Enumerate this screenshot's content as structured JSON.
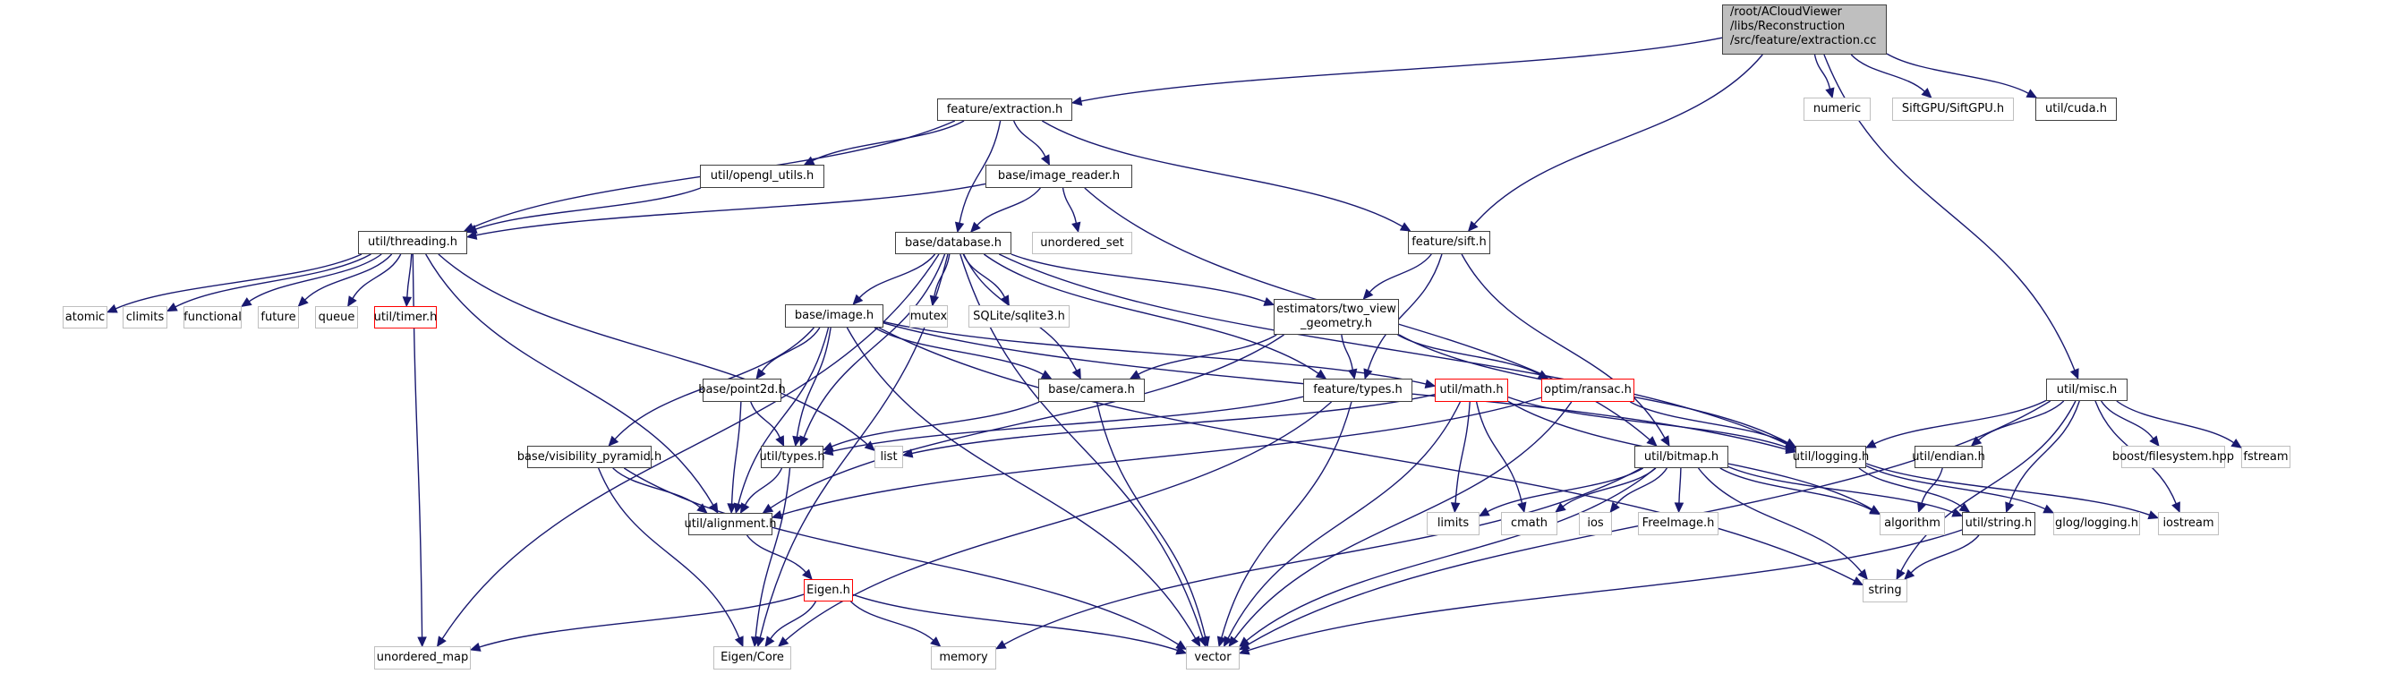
{
  "title": "Include dependency graph for extraction.cc",
  "colors": {
    "edge": "#191970",
    "root_fill": "#bfbfbf",
    "normal_border": "#404040",
    "external_border": "#bfbfbf",
    "missing_border": "#ff0000"
  },
  "nodes": {
    "root": {
      "lines": [
        "/root/ACloudViewer",
        "/libs/Reconstruction",
        "/src/feature/extraction.cc"
      ],
      "kind": "root"
    },
    "feature_extraction_h": {
      "label": "feature/extraction.h",
      "kind": "normal"
    },
    "numeric": {
      "label": "numeric",
      "kind": "external"
    },
    "siftgpu": {
      "label": "SiftGPU/SiftGPU.h",
      "kind": "external"
    },
    "util_cuda_h": {
      "label": "util/cuda.h",
      "kind": "normal"
    },
    "util_opengl_utils_h": {
      "label": "util/opengl_utils.h",
      "kind": "normal"
    },
    "base_image_reader_h": {
      "label": "base/image_reader.h",
      "kind": "normal"
    },
    "util_threading_h": {
      "label": "util/threading.h",
      "kind": "normal"
    },
    "base_database_h": {
      "label": "base/database.h",
      "kind": "normal"
    },
    "unordered_set": {
      "label": "unordered_set",
      "kind": "external"
    },
    "feature_sift_h": {
      "label": "feature/sift.h",
      "kind": "normal"
    },
    "atomic": {
      "label": "atomic",
      "kind": "external"
    },
    "climits": {
      "label": "climits",
      "kind": "external"
    },
    "functional": {
      "label": "functional",
      "kind": "external"
    },
    "future": {
      "label": "future",
      "kind": "external"
    },
    "queue": {
      "label": "queue",
      "kind": "external"
    },
    "util_timer_h": {
      "label": "util/timer.h",
      "kind": "missing"
    },
    "base_image_h": {
      "label": "base/image.h",
      "kind": "normal"
    },
    "mutex": {
      "label": "mutex",
      "kind": "external"
    },
    "sqlite3": {
      "label": "SQLite/sqlite3.h",
      "kind": "external"
    },
    "two_view_geometry_h": {
      "lines": [
        "estimators/two_view",
        "_geometry.h"
      ],
      "kind": "normal"
    },
    "base_point2d_h": {
      "label": "base/point2d.h",
      "kind": "normal"
    },
    "base_camera_h": {
      "label": "base/camera.h",
      "kind": "normal"
    },
    "feature_types_h": {
      "label": "feature/types.h",
      "kind": "normal"
    },
    "util_math_h": {
      "label": "util/math.h",
      "kind": "missing"
    },
    "optim_ransac_h": {
      "label": "optim/ransac.h",
      "kind": "missing"
    },
    "util_misc_h": {
      "label": "util/misc.h",
      "kind": "normal"
    },
    "base_visibility_pyramid_h": {
      "label": "base/visibility_pyramid.h",
      "kind": "normal"
    },
    "util_types_h": {
      "label": "util/types.h",
      "kind": "normal"
    },
    "list": {
      "label": "list",
      "kind": "external"
    },
    "util_bitmap_h": {
      "label": "util/bitmap.h",
      "kind": "normal"
    },
    "util_logging_h": {
      "label": "util/logging.h",
      "kind": "normal"
    },
    "util_endian_h": {
      "label": "util/endian.h",
      "kind": "normal"
    },
    "boost_filesystem": {
      "label": "boost/filesystem.hpp",
      "kind": "external"
    },
    "fstream": {
      "label": "fstream",
      "kind": "external"
    },
    "util_alignment_h": {
      "label": "util/alignment.h",
      "kind": "normal"
    },
    "limits": {
      "label": "limits",
      "kind": "external"
    },
    "cmath": {
      "label": "cmath",
      "kind": "external"
    },
    "ios": {
      "label": "ios",
      "kind": "external"
    },
    "freeimage": {
      "label": "FreeImage.h",
      "kind": "external"
    },
    "algorithm": {
      "label": "algorithm",
      "kind": "external"
    },
    "util_string_h": {
      "label": "util/string.h",
      "kind": "normal"
    },
    "glog_logging": {
      "label": "glog/logging.h",
      "kind": "external"
    },
    "iostream": {
      "label": "iostream",
      "kind": "external"
    },
    "eigen_h": {
      "label": "Eigen.h",
      "kind": "missing"
    },
    "string": {
      "label": "string",
      "kind": "external"
    },
    "unordered_map": {
      "label": "unordered_map",
      "kind": "external"
    },
    "eigen_core": {
      "label": "Eigen/Core",
      "kind": "external"
    },
    "memory": {
      "label": "memory",
      "kind": "external"
    },
    "vector": {
      "label": "vector",
      "kind": "external"
    }
  },
  "edges": [
    [
      "root",
      "feature_extraction_h"
    ],
    [
      "root",
      "feature_sift_h"
    ],
    [
      "root",
      "numeric"
    ],
    [
      "root",
      "siftgpu"
    ],
    [
      "root",
      "util_cuda_h"
    ],
    [
      "root",
      "util_misc_h"
    ],
    [
      "feature_extraction_h",
      "util_opengl_utils_h"
    ],
    [
      "feature_extraction_h",
      "base_image_reader_h"
    ],
    [
      "feature_extraction_h",
      "base_database_h"
    ],
    [
      "feature_extraction_h",
      "util_threading_h"
    ],
    [
      "feature_extraction_h",
      "feature_sift_h"
    ],
    [
      "util_opengl_utils_h",
      "util_threading_h"
    ],
    [
      "base_image_reader_h",
      "util_threading_h"
    ],
    [
      "base_image_reader_h",
      "base_database_h"
    ],
    [
      "base_image_reader_h",
      "unordered_set"
    ],
    [
      "base_image_reader_h",
      "util_bitmap_h"
    ],
    [
      "util_threading_h",
      "atomic"
    ],
    [
      "util_threading_h",
      "climits"
    ],
    [
      "util_threading_h",
      "functional"
    ],
    [
      "util_threading_h",
      "future"
    ],
    [
      "util_threading_h",
      "queue"
    ],
    [
      "util_threading_h",
      "util_timer_h"
    ],
    [
      "util_threading_h",
      "list"
    ],
    [
      "util_threading_h",
      "unordered_map"
    ],
    [
      "util_threading_h",
      "util_alignment_h"
    ],
    [
      "base_database_h",
      "base_image_h"
    ],
    [
      "base_database_h",
      "mutex"
    ],
    [
      "base_database_h",
      "sqlite3"
    ],
    [
      "base_database_h",
      "two_view_geometry_h"
    ],
    [
      "base_database_h",
      "base_camera_h"
    ],
    [
      "base_database_h",
      "util_types_h"
    ],
    [
      "base_database_h",
      "unordered_map"
    ],
    [
      "base_database_h",
      "eigen_core"
    ],
    [
      "base_database_h",
      "vector"
    ],
    [
      "base_database_h",
      "util_logging_h"
    ],
    [
      "base_database_h",
      "feature_types_h"
    ],
    [
      "feature_sift_h",
      "two_view_geometry_h"
    ],
    [
      "feature_sift_h",
      "feature_types_h"
    ],
    [
      "feature_sift_h",
      "util_bitmap_h"
    ],
    [
      "base_image_h",
      "base_point2d_h"
    ],
    [
      "base_image_h",
      "base_camera_h"
    ],
    [
      "base_image_h",
      "base_visibility_pyramid_h"
    ],
    [
      "base_image_h",
      "util_types_h"
    ],
    [
      "base_image_h",
      "util_alignment_h"
    ],
    [
      "base_image_h",
      "util_math_h"
    ],
    [
      "base_image_h",
      "util_logging_h"
    ],
    [
      "base_image_h",
      "string"
    ],
    [
      "base_image_h",
      "vector"
    ],
    [
      "two_view_geometry_h",
      "base_camera_h"
    ],
    [
      "two_view_geometry_h",
      "feature_types_h"
    ],
    [
      "two_view_geometry_h",
      "optim_ransac_h"
    ],
    [
      "two_view_geometry_h",
      "util_logging_h"
    ],
    [
      "two_view_geometry_h",
      "util_alignment_h"
    ],
    [
      "base_point2d_h",
      "util_types_h"
    ],
    [
      "base_point2d_h",
      "util_alignment_h"
    ],
    [
      "base_camera_h",
      "util_types_h"
    ],
    [
      "base_camera_h",
      "vector"
    ],
    [
      "feature_types_h",
      "util_types_h"
    ],
    [
      "feature_types_h",
      "eigen_core"
    ],
    [
      "feature_types_h",
      "vector"
    ],
    [
      "util_math_h",
      "list"
    ],
    [
      "util_math_h",
      "limits"
    ],
    [
      "util_math_h",
      "cmath"
    ],
    [
      "util_math_h",
      "algorithm"
    ],
    [
      "util_math_h",
      "vector"
    ],
    [
      "util_math_h",
      "util_logging_h"
    ],
    [
      "optim_ransac_h",
      "util_logging_h"
    ],
    [
      "optim_ransac_h",
      "util_alignment_h"
    ],
    [
      "optim_ransac_h",
      "vector"
    ],
    [
      "util_misc_h",
      "util_logging_h"
    ],
    [
      "util_misc_h",
      "util_endian_h"
    ],
    [
      "util_misc_h",
      "boost_filesystem"
    ],
    [
      "util_misc_h",
      "fstream"
    ],
    [
      "util_misc_h",
      "util_string_h"
    ],
    [
      "util_misc_h",
      "iostream"
    ],
    [
      "util_misc_h",
      "string"
    ],
    [
      "util_misc_h",
      "vector"
    ],
    [
      "base_visibility_pyramid_h",
      "util_alignment_h"
    ],
    [
      "base_visibility_pyramid_h",
      "eigen_core"
    ],
    [
      "base_visibility_pyramid_h",
      "vector"
    ],
    [
      "util_types_h",
      "util_alignment_h"
    ],
    [
      "util_types_h",
      "eigen_core"
    ],
    [
      "util_bitmap_h",
      "limits"
    ],
    [
      "util_bitmap_h",
      "cmath"
    ],
    [
      "util_bitmap_h",
      "ios"
    ],
    [
      "util_bitmap_h",
      "freeimage"
    ],
    [
      "util_bitmap_h",
      "algorithm"
    ],
    [
      "util_bitmap_h",
      "util_string_h"
    ],
    [
      "util_bitmap_h",
      "string"
    ],
    [
      "util_bitmap_h",
      "memory"
    ],
    [
      "util_bitmap_h",
      "vector"
    ],
    [
      "util_logging_h",
      "util_string_h"
    ],
    [
      "util_logging_h",
      "glog_logging"
    ],
    [
      "util_logging_h",
      "iostream"
    ],
    [
      "util_endian_h",
      "algorithm"
    ],
    [
      "util_string_h",
      "string"
    ],
    [
      "util_string_h",
      "vector"
    ],
    [
      "util_alignment_h",
      "eigen_h"
    ],
    [
      "eigen_h",
      "unordered_map"
    ],
    [
      "eigen_h",
      "eigen_core"
    ],
    [
      "eigen_h",
      "memory"
    ],
    [
      "eigen_h",
      "vector"
    ]
  ]
}
